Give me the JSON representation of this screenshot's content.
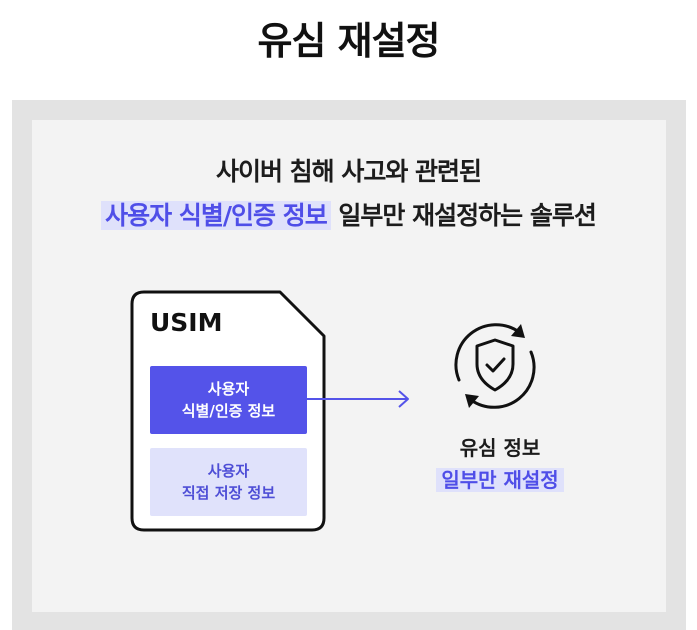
{
  "title": "유심 재설정",
  "headline": {
    "line1": "사이버 침해 사고와 관련된",
    "highlight": "사용자 식별/인증 정보",
    "line2_rest": " 일부만 재설정하는 솔루션"
  },
  "sim_card": {
    "label": "USIM",
    "box_identity": {
      "line1": "사용자",
      "line2": "식별/인증 정보"
    },
    "box_storage": {
      "line1": "사용자",
      "line2": "직접 저장 정보"
    }
  },
  "result": {
    "line1": "유심 정보",
    "highlight": "일부만 재설정"
  },
  "colors": {
    "accent": "#5453e9",
    "accent_light": "#e0e2fb",
    "highlight_bg": "#dfe1fb",
    "highlight_text": "#4f4ee8",
    "frame": "#e3e3e3",
    "panel": "#f3f3f3"
  },
  "icons": [
    "reset-shield-icon",
    "arrow-right-icon",
    "sim-card-icon"
  ]
}
